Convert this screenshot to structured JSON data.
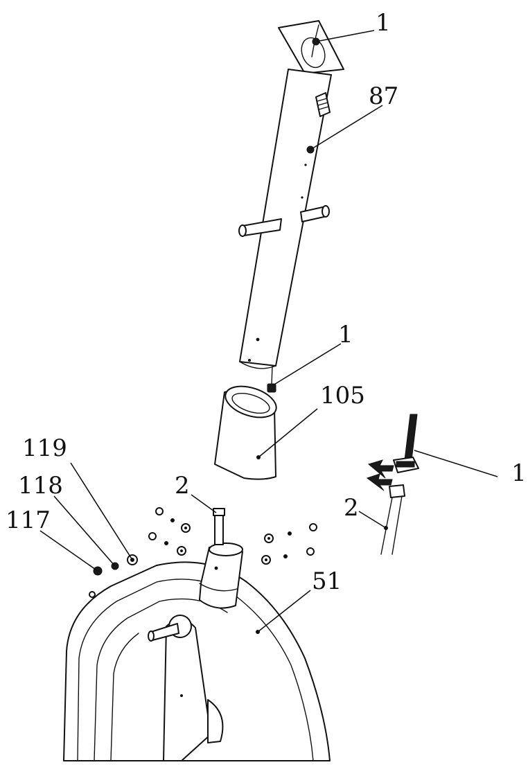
{
  "callouts": [
    {
      "id": "c-1-top",
      "label": "1"
    },
    {
      "id": "c-87",
      "label": "87"
    },
    {
      "id": "c-1-mid",
      "label": "1"
    },
    {
      "id": "c-105",
      "label": "105"
    },
    {
      "id": "c-119",
      "label": "119"
    },
    {
      "id": "c-118",
      "label": "118"
    },
    {
      "id": "c-117",
      "label": "117"
    },
    {
      "id": "c-2-left",
      "label": "2"
    },
    {
      "id": "c-2-right",
      "label": "2"
    },
    {
      "id": "c-1-right",
      "label": "1"
    },
    {
      "id": "c-51",
      "label": "51"
    }
  ]
}
